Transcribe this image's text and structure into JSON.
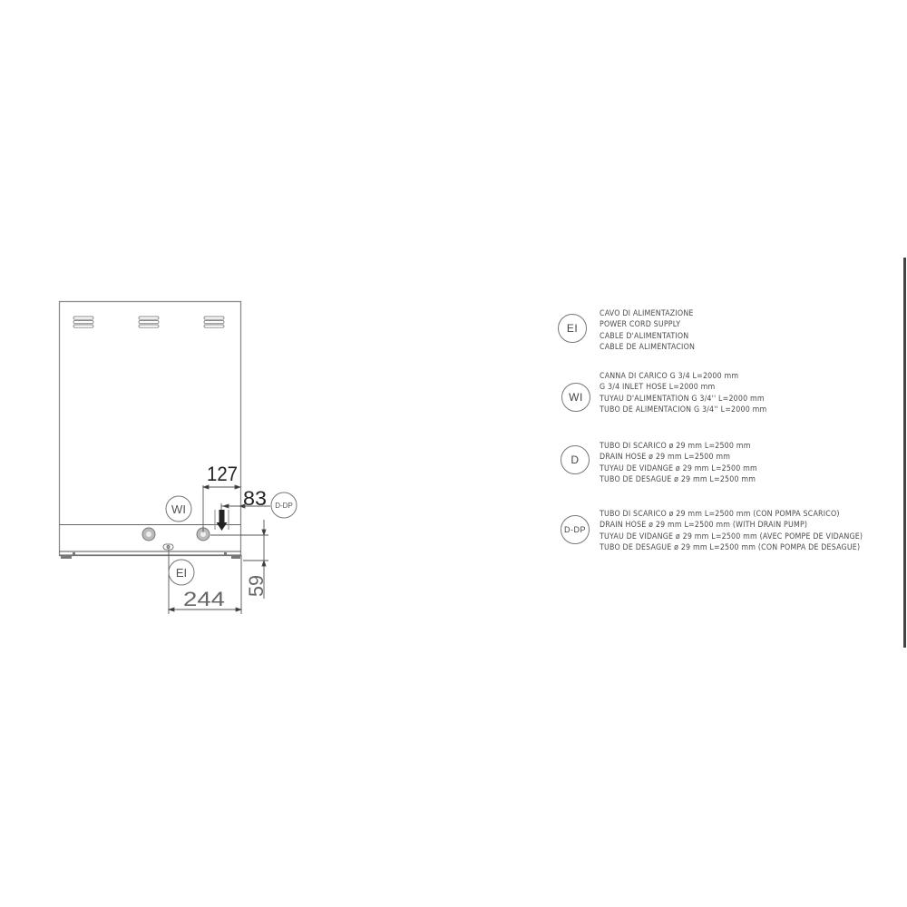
{
  "drawing": {
    "dimensions": {
      "d127": "127",
      "d83": "83",
      "d244": "244",
      "d59": "59"
    },
    "callouts": {
      "wi": "WI",
      "ei": "EI",
      "ddp": "D-DP"
    }
  },
  "legend": [
    {
      "code": "EI",
      "lines": [
        "CAVO DI ALIMENTAZIONE",
        "POWER CORD SUPPLY",
        "CABLE D'ALIMENTATION",
        "CABLE DE ALIMENTACION"
      ]
    },
    {
      "code": "WI",
      "lines": [
        "CANNA DI CARICO G 3/4 L=2000 mm",
        "G 3/4 INLET HOSE L=2000 mm",
        "TUYAU D'ALIMENTATION G 3/4'' L=2000 mm",
        "TUBO DE ALIMENTACION G 3/4'' L=2000 mm"
      ]
    },
    {
      "code": "D",
      "lines": [
        "TUBO DI SCARICO ø 29 mm L=2500 mm",
        "DRAIN HOSE ø 29 mm L=2500 mm",
        "TUYAU DE VIDANGE ø 29 mm L=2500 mm",
        "TUBO DE DESAGUE ø 29 mm L=2500 mm"
      ]
    },
    {
      "code": "D-DP",
      "lines": [
        "TUBO DI SCARICO ø 29 mm L=2500 mm (CON POMPA SCARICO)",
        "DRAIN HOSE ø 29 mm L=2500 mm (WITH DRAIN PUMP)",
        "TUYAU DE VIDANGE ø 29 mm L=2500 mm (AVEC POMPE DE VIDANGE)",
        "TUBO DE DESAGUE ø 29 mm L=2500 mm (CON POMPA DE DESAGUE)"
      ]
    }
  ],
  "colors": {
    "line": "#666666",
    "text": "#444444",
    "arrow": "#222222"
  }
}
